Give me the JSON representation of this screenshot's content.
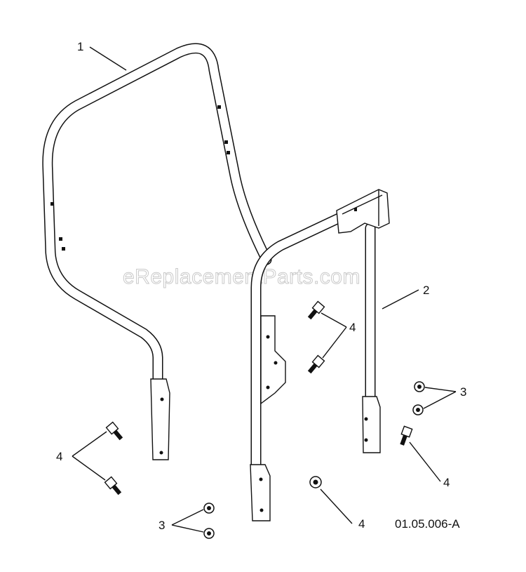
{
  "diagram": {
    "watermark": "eReplacementParts.com",
    "drawing_code": "01.05.006-A",
    "callouts": [
      {
        "id": "c1",
        "label": "1"
      },
      {
        "id": "c2",
        "label": "2"
      },
      {
        "id": "c3a",
        "label": "3"
      },
      {
        "id": "c3b",
        "label": "3"
      },
      {
        "id": "c4a",
        "label": "4"
      },
      {
        "id": "c4b",
        "label": "4"
      },
      {
        "id": "c4c",
        "label": "4"
      },
      {
        "id": "c4d",
        "label": "4"
      }
    ]
  }
}
